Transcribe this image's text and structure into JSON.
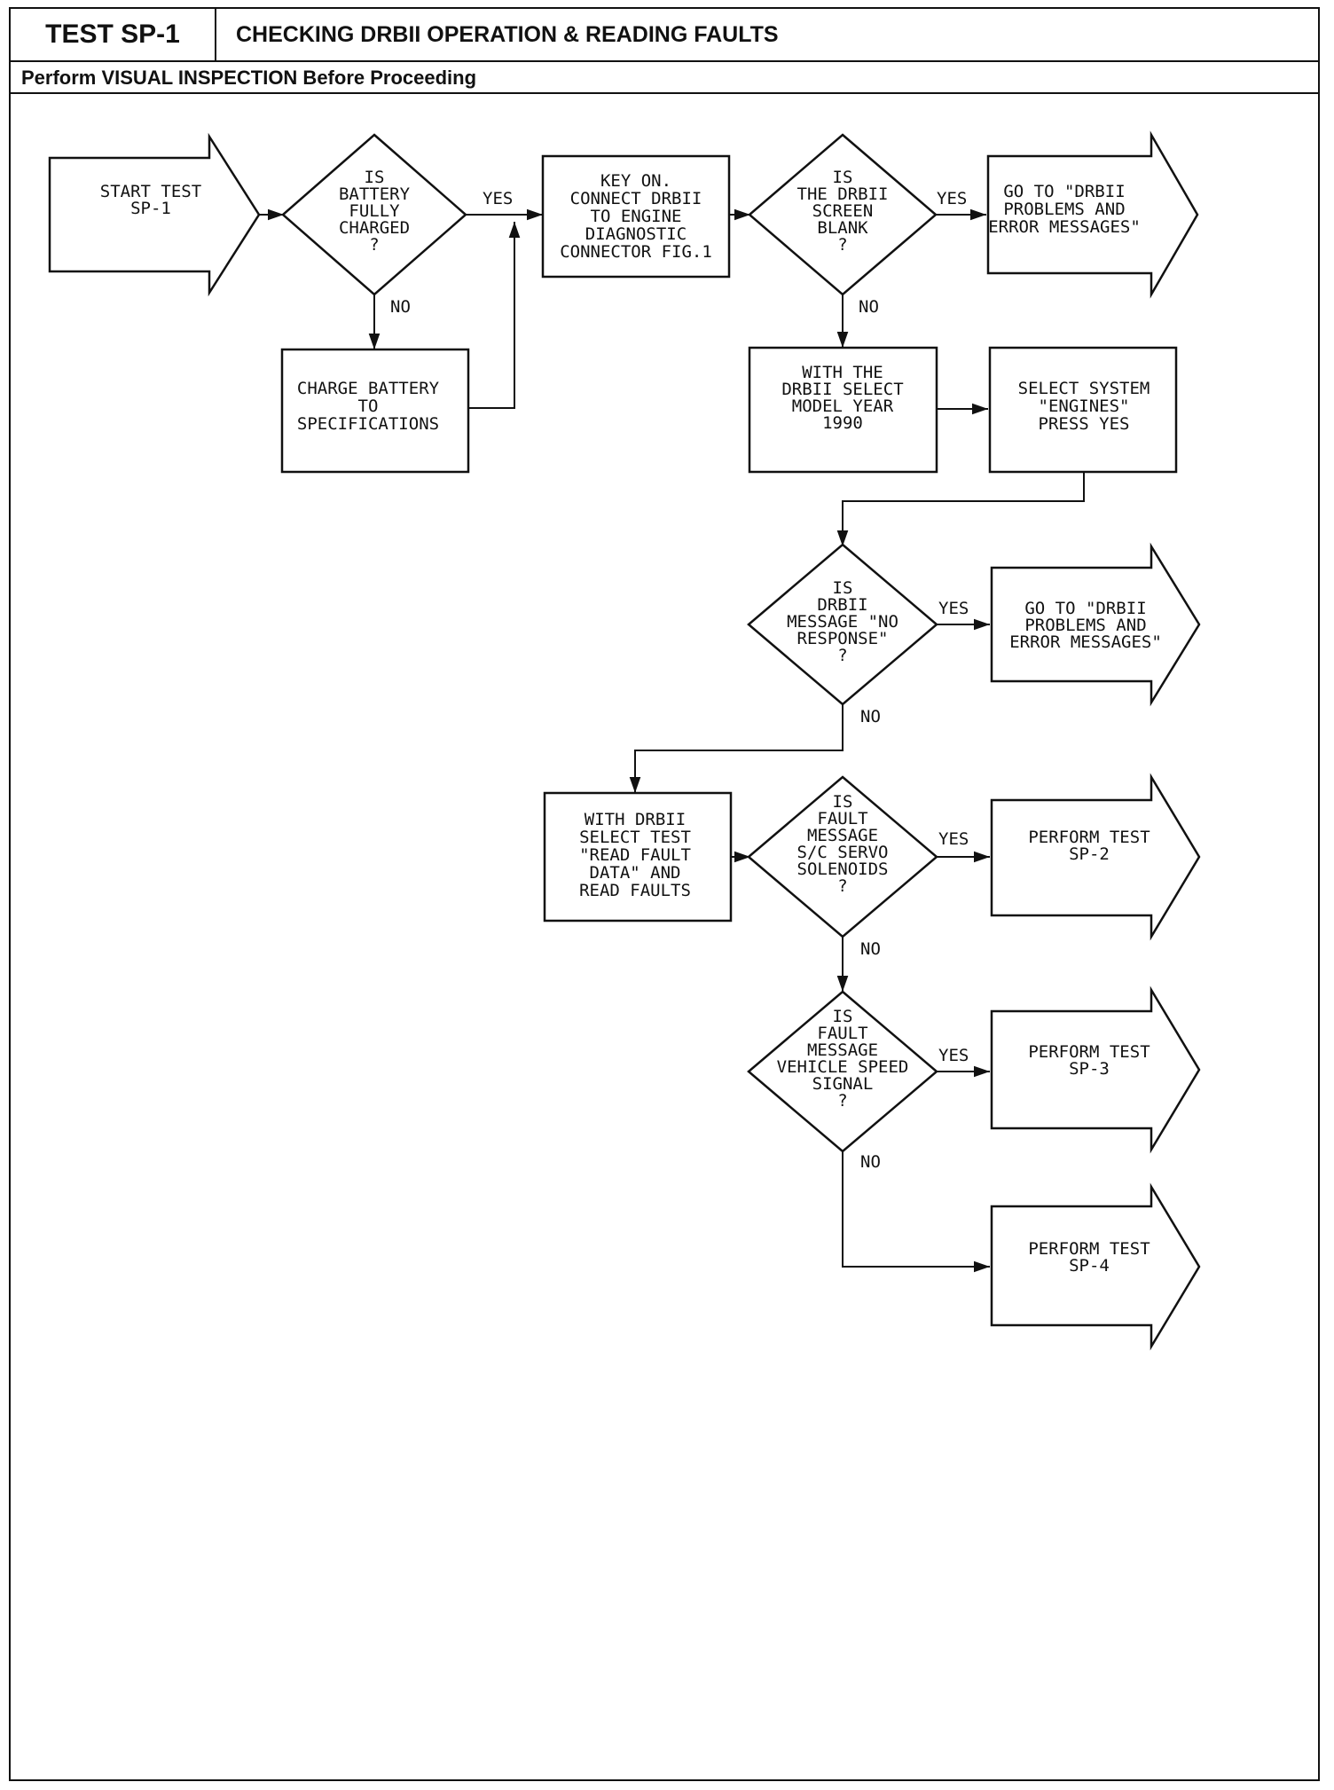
{
  "header": {
    "test_id": "TEST SP-1",
    "title": "CHECKING DRBII OPERATION & READING FAULTS",
    "instruction": "Perform VISUAL INSPECTION Before Proceeding"
  },
  "nodes": {
    "start": [
      "START TEST",
      "SP-1"
    ],
    "battery_decision": [
      "IS",
      "BATTERY",
      "FULLY",
      "CHARGED",
      "?"
    ],
    "charge_battery": [
      "CHARGE BATTERY",
      "TO",
      "SPECIFICATIONS"
    ],
    "connect_drbii": [
      "KEY ON.",
      "CONNECT DRBII",
      "TO ENGINE",
      "DIAGNOSTIC",
      "CONNECTOR FIG.1"
    ],
    "screen_blank_decision": [
      "IS",
      "THE DRBII",
      "SCREEN",
      "BLANK",
      "?"
    ],
    "goto_problems_1": [
      "GO TO \"DRBII",
      "PROBLEMS AND",
      "ERROR MESSAGES\""
    ],
    "select_model_year": [
      "WITH THE",
      "DRBII SELECT",
      "MODEL YEAR",
      "1990"
    ],
    "select_system": [
      "SELECT SYSTEM",
      "\"ENGINES\"",
      "PRESS YES"
    ],
    "no_response_decision": [
      "IS",
      "DRBII",
      "MESSAGE \"NO",
      "RESPONSE\"",
      "?"
    ],
    "goto_problems_2": [
      "GO TO \"DRBII",
      "PROBLEMS AND",
      "ERROR MESSAGES\""
    ],
    "read_faults": [
      "WITH DRBII",
      "SELECT TEST",
      "\"READ FAULT",
      "DATA\" AND",
      "READ FAULTS"
    ],
    "servo_decision": [
      "IS",
      "FAULT",
      "MESSAGE",
      "S/C SERVO",
      "SOLENOIDS",
      "?"
    ],
    "perform_sp2": [
      "PERFORM TEST",
      "SP-2"
    ],
    "speed_decision": [
      "IS",
      "FAULT",
      "MESSAGE",
      "VEHICLE SPEED",
      "SIGNAL",
      "?"
    ],
    "perform_sp3": [
      "PERFORM TEST",
      "SP-3"
    ],
    "perform_sp4": [
      "PERFORM TEST",
      "SP-4"
    ]
  },
  "edge_labels": {
    "yes": "YES",
    "no": "NO"
  }
}
